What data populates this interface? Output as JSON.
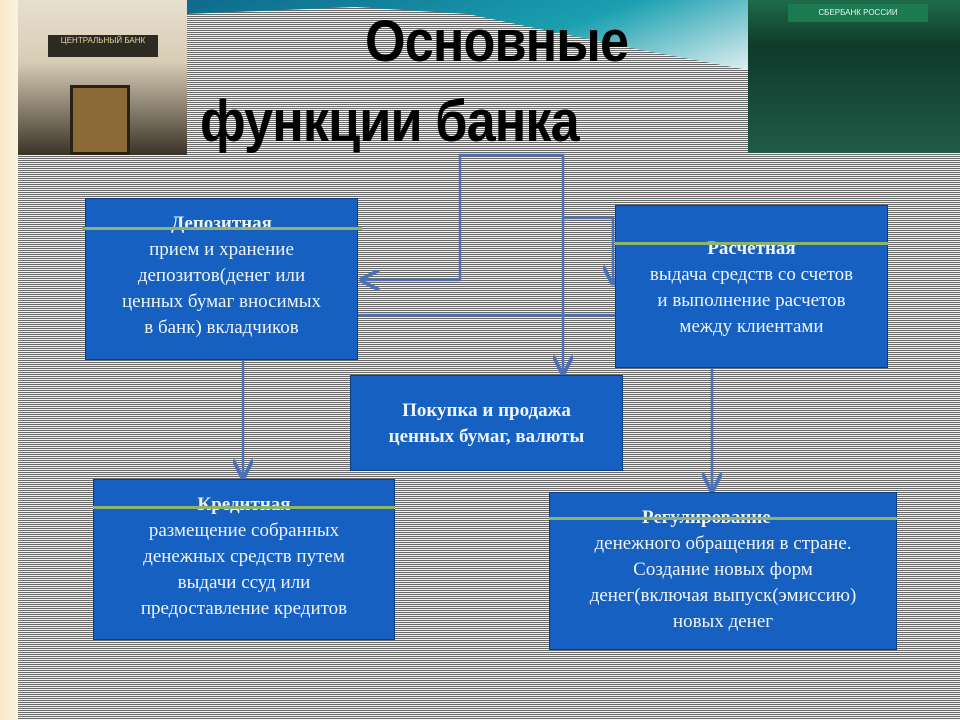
{
  "title": {
    "line1": "Основные",
    "line2": "функции банка"
  },
  "photos": {
    "left_sign": "ЦЕНТРАЛЬНЫЙ БАНК",
    "right_sign": "СБЕРБАНК РОССИИ"
  },
  "boxes": {
    "deposit": {
      "heading": "Депозитная",
      "lines": [
        "прием и хранение",
        "депозитов(денег или",
        "ценных бумаг вносимых",
        "в банк) вкладчиков"
      ]
    },
    "settlement": {
      "heading": "Расчетная",
      "lines": [
        "выдача средств со счетов",
        "и выполнение расчетов",
        "между клиентами"
      ]
    },
    "securities": {
      "lines": [
        "Покупка и продажа",
        "ценных бумаг, валюты"
      ]
    },
    "credit": {
      "heading": "Кредитная",
      "lines": [
        "размещение собранных",
        "денежных средств путем",
        "выдачи ссуд или",
        "предоставление кредитов"
      ]
    },
    "regulation": {
      "heading": "Регулирование",
      "lines": [
        "денежного обращения в стране.",
        "Создание новых форм",
        "денег(включая выпуск(эмиссию)",
        "новых денег"
      ]
    }
  },
  "colors": {
    "box": "#1560c0",
    "line": "#4a72b8",
    "accent": "#8fb36a"
  }
}
